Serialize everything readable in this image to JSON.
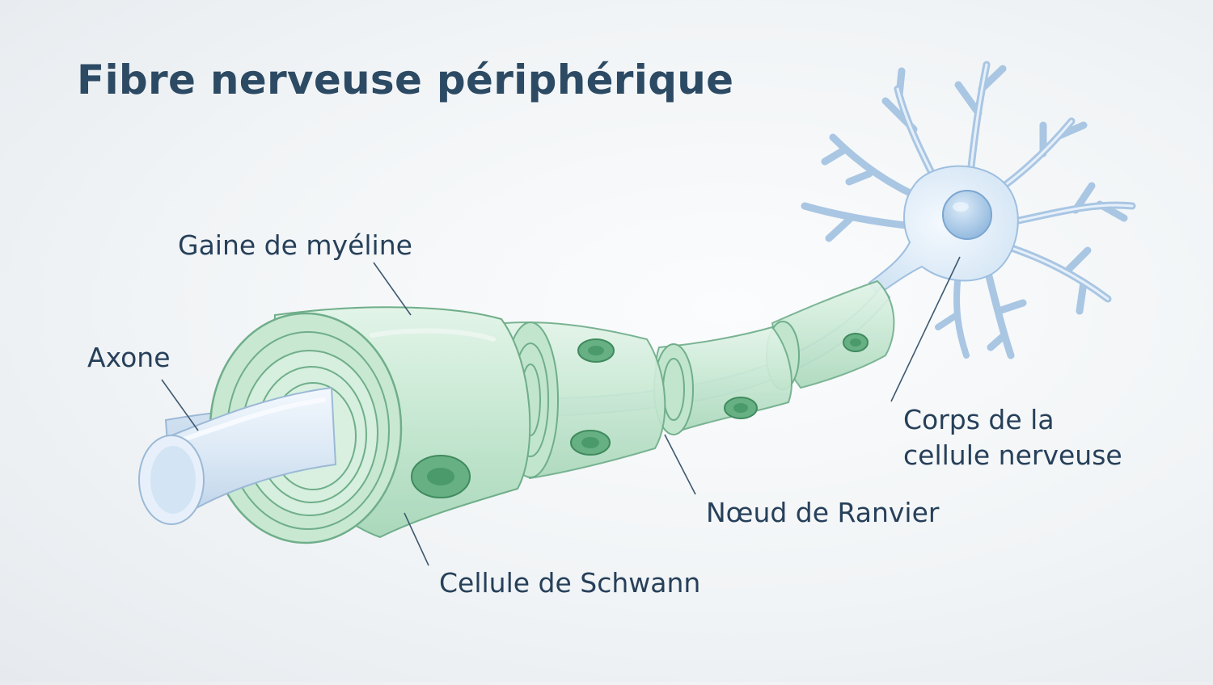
{
  "title": "Fibre nerveuse périphérique",
  "labels": {
    "axon": "Axone",
    "myelin_sheath": "Gaine de myéline",
    "schwann_cell": "Cellule de Schwann",
    "node_of_ranvier": "Nœud de Ranvier",
    "cell_body_line1": "Corps de la",
    "cell_body_line2": "cellule nerveuse"
  },
  "colors": {
    "title": "#2c4a63",
    "label_text": "#27405a",
    "leader_line": "#3d5870",
    "myelin_fill": "#cdebd7",
    "myelin_stroke": "#6fae8a",
    "schwann_nucleus": "#4fa070",
    "axon_fill": "#dde9f6",
    "neuron_fill": "#dbe9f6",
    "neuron_stroke": "#8fb2d6",
    "nucleus_fill": "#a9cae8"
  }
}
